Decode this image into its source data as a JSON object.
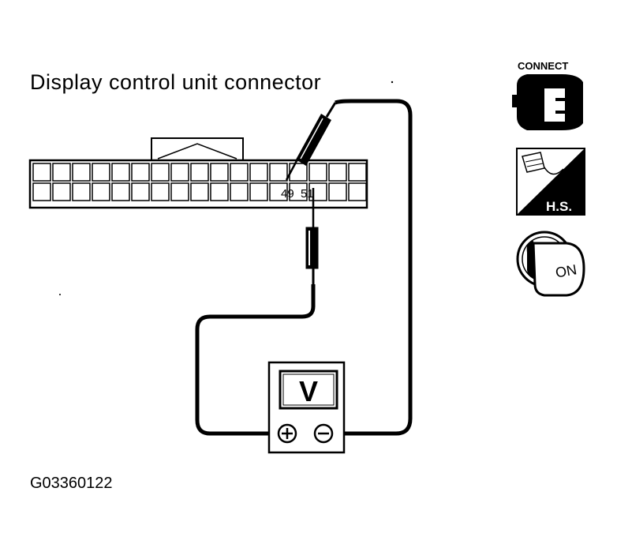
{
  "diagram": {
    "title": "Display control unit connector",
    "figure_code": "G03360122",
    "connector": {
      "pins": [
        {
          "label": "49"
        },
        {
          "label": "51"
        }
      ]
    },
    "meter": {
      "label": "V",
      "positive_symbol": "+",
      "negative_symbol": "−"
    },
    "icons": [
      {
        "name": "connect-icon",
        "label": "CONNECT"
      },
      {
        "name": "harness-side-icon",
        "label": "H.S."
      },
      {
        "name": "ignition-on-icon",
        "label": "ON"
      }
    ],
    "colors": {
      "ink": "#000000",
      "paper": "#ffffff"
    }
  }
}
